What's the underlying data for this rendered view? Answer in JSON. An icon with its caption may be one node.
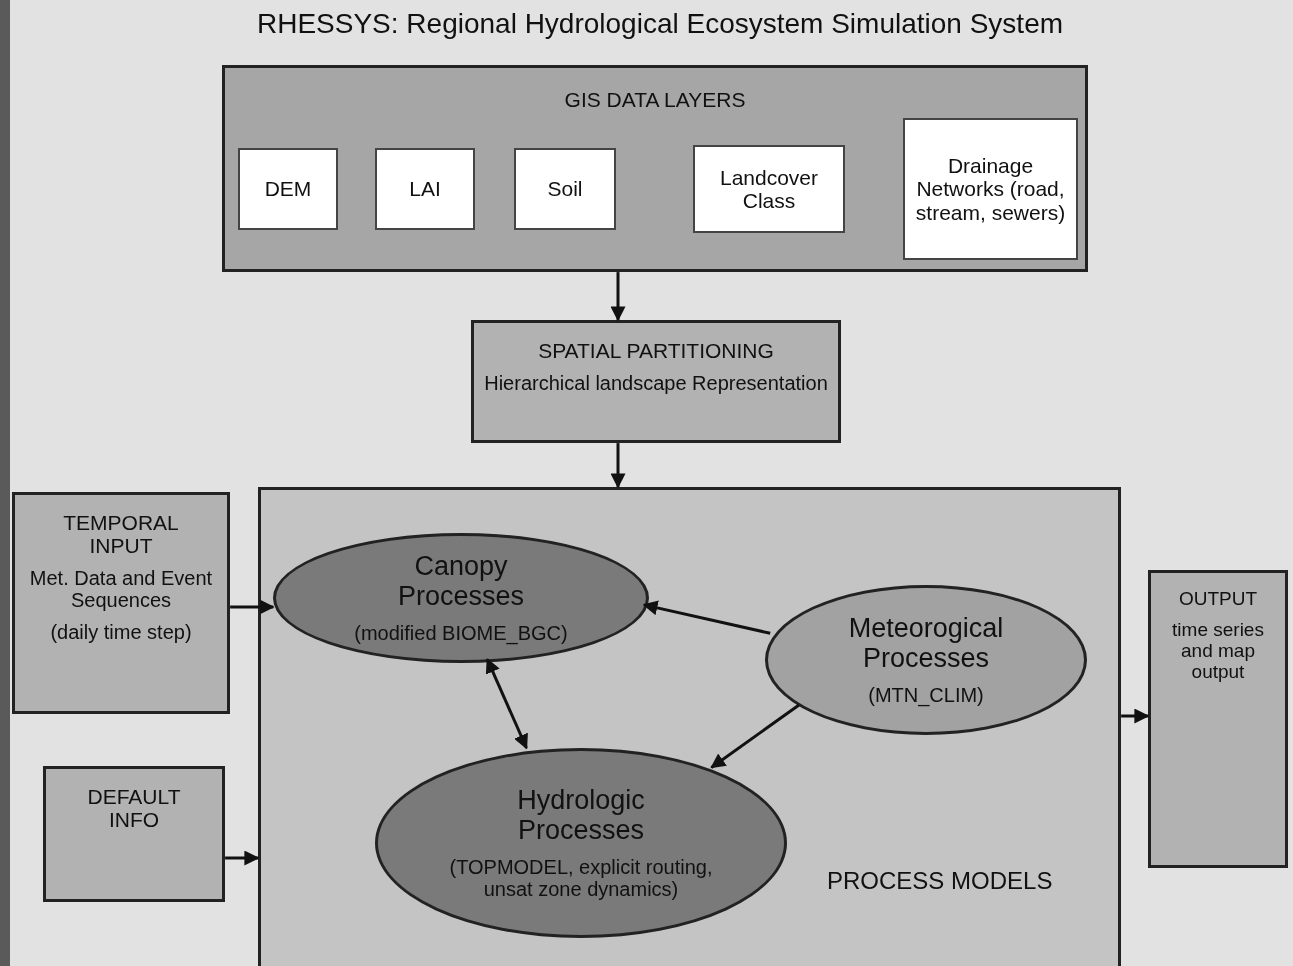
{
  "diagram": {
    "title": "RHESSYS: Regional Hydrological Ecosystem Simulation System",
    "nodes": [
      {
        "text": [
          "GIS DATA LAYERS"
        ]
      },
      {
        "text": [
          "DEM"
        ],
        "in": 0
      },
      {
        "text": [
          "LAI"
        ],
        "in": 0
      },
      {
        "text": [
          "Soil"
        ],
        "in": 0
      },
      {
        "text": [
          "Landcover Class"
        ],
        "in": 0
      },
      {
        "text": [
          "Drainage Networks (road, stream, sewers)"
        ],
        "in": 0
      },
      {
        "text": [
          "SPATIAL PARTITIONING",
          "Hierarchical landscape Representation"
        ]
      },
      {
        "text": [
          "PROCESS MODELS"
        ]
      },
      {
        "text": [
          "Canopy Processes",
          "(modified BIOME_BGC)"
        ],
        "in": 7
      },
      {
        "text": [
          "Meteorogical Processes",
          "(MTN_CLIM)"
        ],
        "in": 7
      },
      {
        "text": [
          "Hydrologic Processes",
          "(TOPMODEL, explicit routing, unsat zone dynamics)"
        ],
        "in": 7
      },
      {
        "text": [
          "TEMPORAL INPUT",
          "Met. Data and Event Sequences",
          "(daily time step)"
        ]
      },
      {
        "text": [
          "DEFAULT INFO"
        ]
      },
      {
        "text": [
          "OUTPUT",
          "time series and map output"
        ]
      }
    ],
    "edges": [
      {
        "from": 0,
        "to": 6,
        "arrow": "to"
      },
      {
        "from": 6,
        "to": 7,
        "arrow": "to"
      },
      {
        "from": 11,
        "to": 8,
        "arrow": "to"
      },
      {
        "from": 12,
        "to": 7,
        "arrow": "to"
      },
      {
        "from": 9,
        "to": 8,
        "arrow": "to"
      },
      {
        "from": 9,
        "to": 10,
        "arrow": "to"
      },
      {
        "from": 8,
        "to": 10,
        "arrow": "both"
      },
      {
        "from": 7,
        "to": 13,
        "arrow": "to"
      }
    ]
  }
}
